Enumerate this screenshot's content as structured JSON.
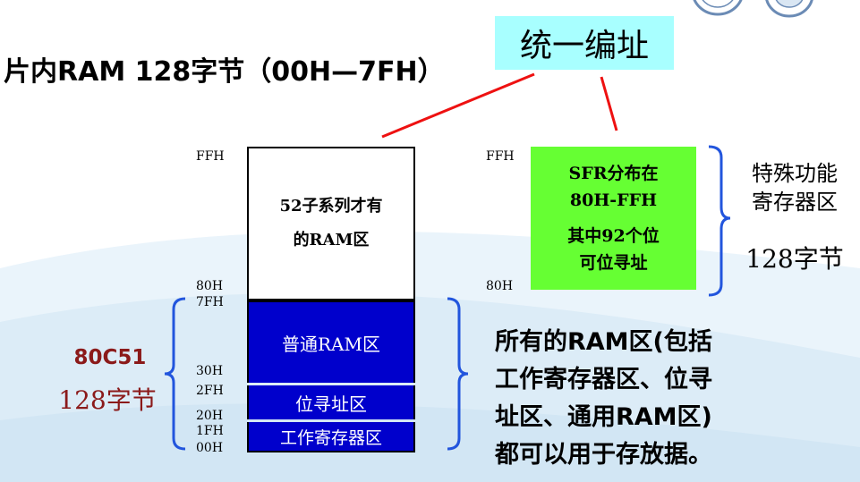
{
  "title": "片内RAM 128字节（00H—7FH）",
  "unify_label": "统一编址",
  "left_column": {
    "addresses": [
      "FFH",
      "80H",
      "7FH",
      "30H",
      "2FH",
      "20H",
      "1FH",
      "00H"
    ],
    "upper_region": {
      "line1": "52子系列才有",
      "line2": "的RAM区"
    },
    "regions": {
      "general": "普通RAM区",
      "bit": "位寻址区",
      "work": "工作寄存器区"
    }
  },
  "right_column": {
    "addresses": [
      "FFH",
      "80H"
    ],
    "sfr": {
      "line1": "SFR分布在",
      "line2": "80H-FFH",
      "line3": "其中92个位",
      "line4": "可位寻址"
    },
    "label_line1": "特殊功能",
    "label_line2": "寄存器区",
    "bytes": "128字节"
  },
  "chip": {
    "name": "80C51",
    "bytes": "128字节"
  },
  "note": {
    "line1": "所有的RAM区(包括",
    "line2": "工作寄存器区、位寻",
    "line3": "址区、通用RAM区)",
    "line4": "都可以用于存放据。"
  },
  "colors": {
    "blue_region": "#0000cc",
    "sfr_green": "#66ff33",
    "unify_cyan": "#a8ffff",
    "chip_text": "#8b1a1a",
    "brace_blue": "#2255dd",
    "pointer_red": "#ee1111"
  }
}
